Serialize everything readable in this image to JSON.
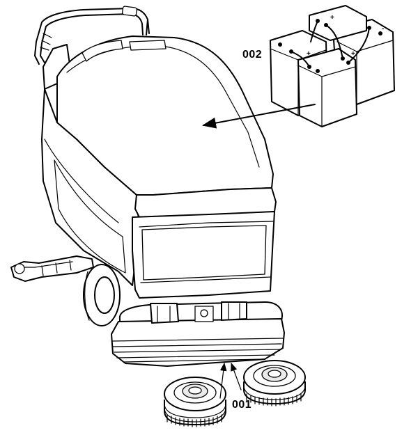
{
  "figure": {
    "callouts": {
      "batteries": "002",
      "brushes": "001"
    },
    "polarity": {
      "plus": "+",
      "minus": "-"
    },
    "parts": [
      {
        "ref": "002",
        "name_icon": "battery-pack-icon"
      },
      {
        "ref": "001",
        "name_icon": "brush-disc-icon"
      }
    ],
    "colors": {
      "line": "#000000",
      "background": "#ffffff"
    }
  }
}
